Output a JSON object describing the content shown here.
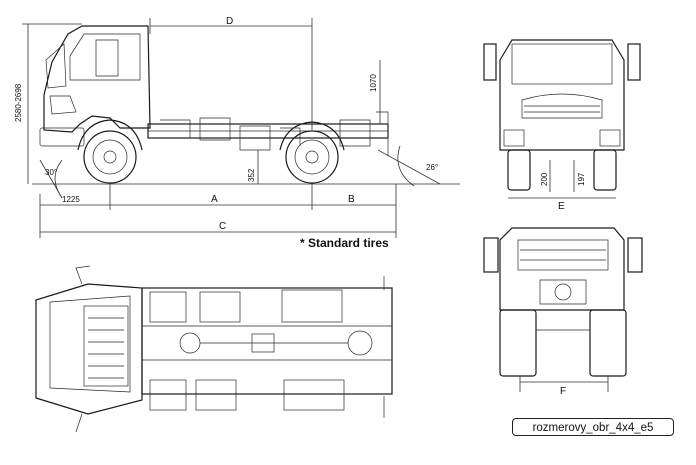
{
  "diagram": {
    "dimension_labels": {
      "D": "D",
      "A": "A",
      "B": "B",
      "C": "C",
      "E": "E",
      "F": "F",
      "overall_height": "2580-2698",
      "frame_height": "1070",
      "ground_clearance": "352",
      "front_overhang": "1225",
      "approach_angle": "30°",
      "departure_angle": "26°",
      "front_axle_height": "200",
      "front_track_offset": "197"
    },
    "notes": {
      "standard_tires": "* Standard tires"
    },
    "caption": "rozmerovy_obr_4x4_e5"
  }
}
